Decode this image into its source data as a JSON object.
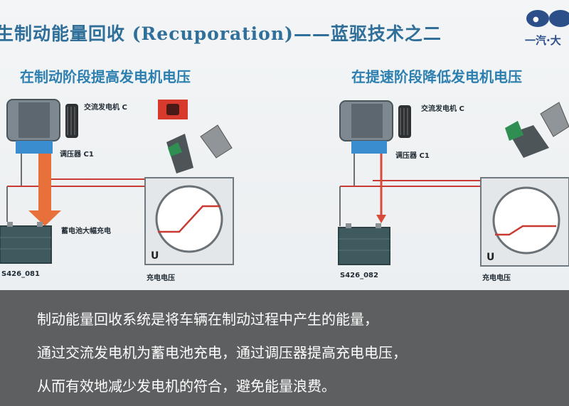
{
  "slide": {
    "title": "生制动能量回收 (Recuporation)——蓝驱技术之二",
    "left_panel": {
      "heading": "在制动阶段提高发电机电压",
      "alternator_label": "交流发电机 C",
      "regulator_label": "调压器 C1",
      "battery_label": "蓄电池大幅充电",
      "code": "S426_081",
      "voltage_label": "充电电压",
      "graph_axis": "U"
    },
    "right_panel": {
      "heading": "在提速阶段降低发电机电压",
      "alternator_label": "交流发电机 C",
      "regulator_label": "调压器 C1",
      "code": "S426_082",
      "voltage_label": "充电电压",
      "graph_axis": "U"
    },
    "logo_text": "一汽·大",
    "colors": {
      "accent": "#2d7fb0",
      "arrow": "#e0622a",
      "wire": "#c83a32"
    }
  },
  "caption": {
    "line1": "制动能量回收系统是将车辆在制动过程中产生的能量，",
    "line2": "通过交流发电机为蓄电池充电，通过调压器提高充电电压，",
    "line3": "从而有效地减少发电机的符合，避免能量浪费。"
  }
}
